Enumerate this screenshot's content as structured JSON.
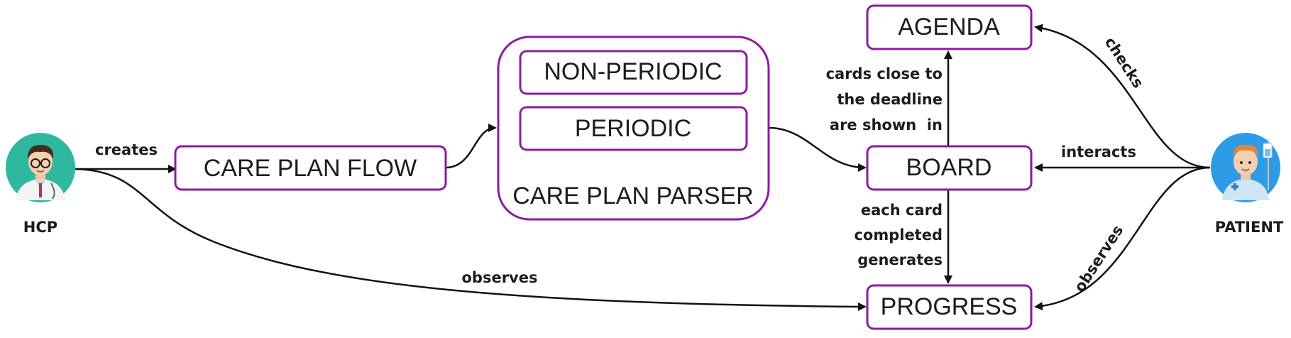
{
  "colors": {
    "box_border": "#8e1aa3",
    "arrow": "#111111",
    "text": "#1c1c1c",
    "hcp_avatar_bg": "#2eb8a0",
    "patient_avatar_bg": "#2e9be6"
  },
  "actors": {
    "hcp": {
      "label": "HCP",
      "icon": "doctor-avatar-icon"
    },
    "patient": {
      "label": "PATIENT",
      "icon": "patient-avatar-icon"
    }
  },
  "nodes": {
    "care_plan_flow": "CARE PLAN FLOW",
    "care_plan_parser": "CARE PLAN PARSER",
    "non_periodic": "NON-PERIODIC",
    "periodic": "PERIODIC",
    "agenda": "AGENDA",
    "board": "BOARD",
    "progress": "PROGRESS"
  },
  "edges": {
    "creates": "creates",
    "hcp_observes": "observes",
    "board_to_agenda": [
      "cards close to",
      "the deadline",
      "are shown  in"
    ],
    "board_to_progress": [
      "each card",
      "completed",
      "generates"
    ],
    "checks": "checks",
    "interacts": "interacts",
    "patient_observes": "observes"
  }
}
